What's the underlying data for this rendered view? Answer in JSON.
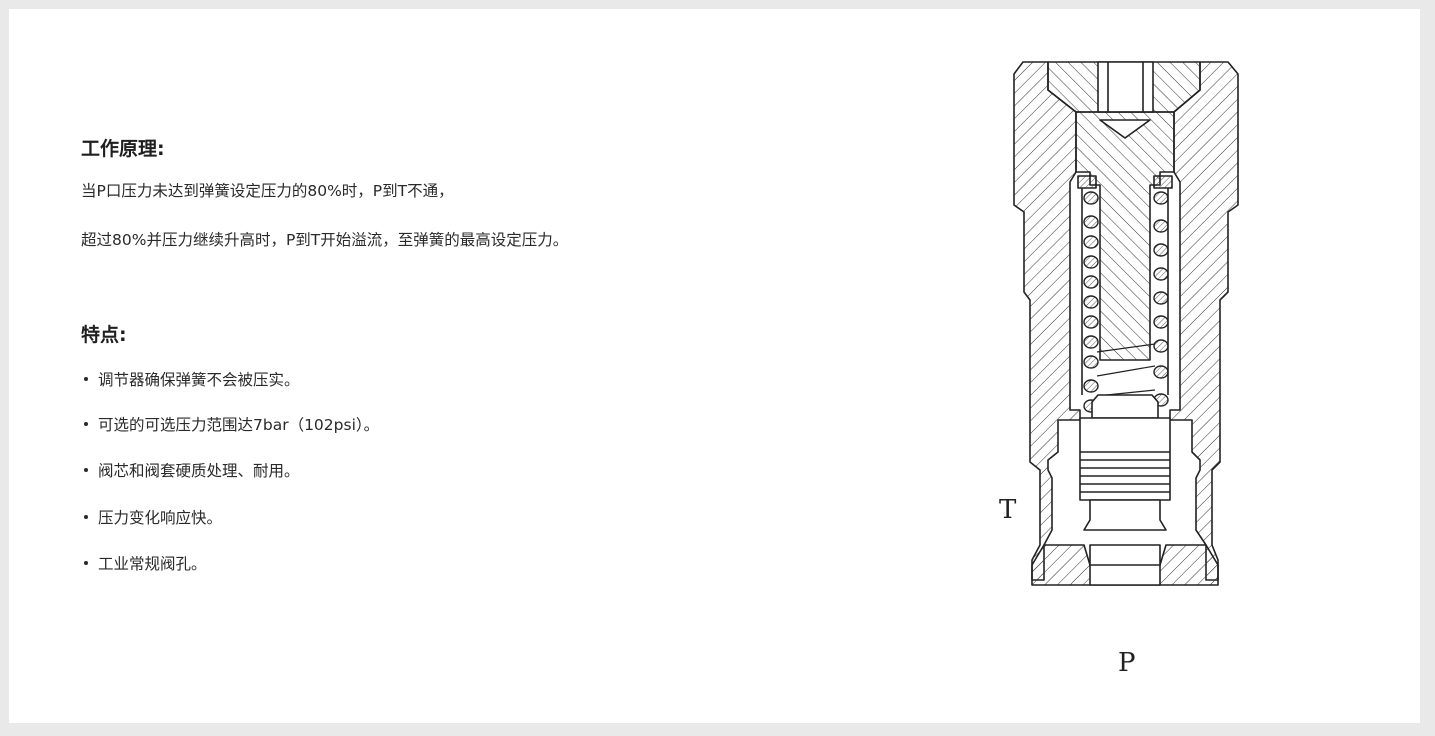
{
  "principle": {
    "title": "工作原理:",
    "line1": "当P口压力未达到弹簧设定压力的80%时，P到T不通，",
    "line2": "超过80%并压力继续升高时，P到T开始溢流，至弹簧的最高设定压力。"
  },
  "features": {
    "title": "特点:",
    "items": [
      "调节器确保弹簧不会被压实。",
      "可选的可选压力范围达7bar（102psi）。",
      "阀芯和阀套硬质处理、耐用。",
      "压力变化响应快。",
      "工业常规阀孔。"
    ]
  },
  "diagram": {
    "port_t": "T",
    "port_p": "P"
  },
  "colors": {
    "page_background": "#e9e9e9",
    "card": "#ffffff",
    "line": "#222222"
  }
}
